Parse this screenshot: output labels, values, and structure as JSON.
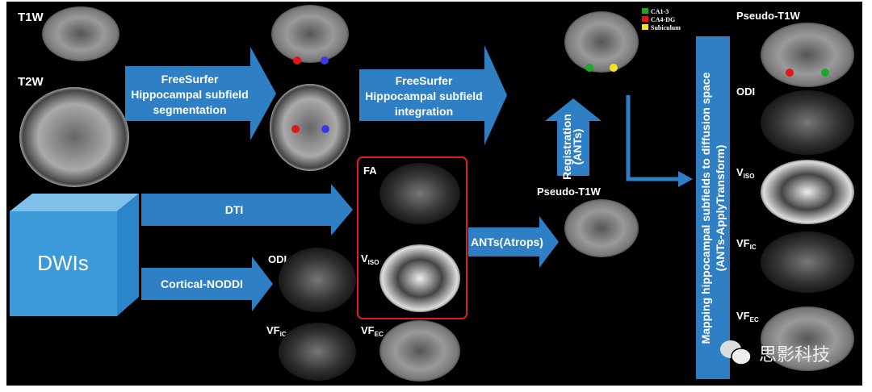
{
  "colors": {
    "background": "#000000",
    "arrow": "#2e7fc4",
    "highlight_box": "#d9201f",
    "ca1_3": "#1aa82a",
    "ca4_dg": "#e0161a",
    "subiculum": "#f4e21a"
  },
  "inputs": {
    "t1w": "T1W",
    "t2w": "T2W",
    "dwis": "DWIs"
  },
  "arrows": {
    "segmentation": [
      "FreeSurfer",
      "Hippocampal subfield",
      "segmentation"
    ],
    "integration": [
      "FreeSurfer",
      "Hippocampal subfield",
      "integration"
    ],
    "dti": "DTI",
    "noddi": "Cortical-NODDI",
    "atrops": "ANTs(Atrops)",
    "registration": [
      "Registration",
      "(ANTs)"
    ],
    "mapping": [
      "Mapping hippocampal subfields to diffusion space",
      "(ANTs-ApplyTransform)"
    ]
  },
  "legend": [
    {
      "label": "CA1-3",
      "color": "#1aa82a"
    },
    {
      "label": "CA4-DG",
      "color": "#e0161a"
    },
    {
      "label": "Subiculum",
      "color": "#f4e21a"
    }
  ],
  "maps": {
    "fa": "FA",
    "viso": {
      "main": "V",
      "sub": "ISO"
    },
    "odi": "ODI",
    "vfic": {
      "main": "VF",
      "sub": "IC"
    },
    "vfec": {
      "main": "VF",
      "sub": "EC"
    },
    "pseudo_t1w": "Pseudo-T1W"
  },
  "watermark": "思影科技"
}
